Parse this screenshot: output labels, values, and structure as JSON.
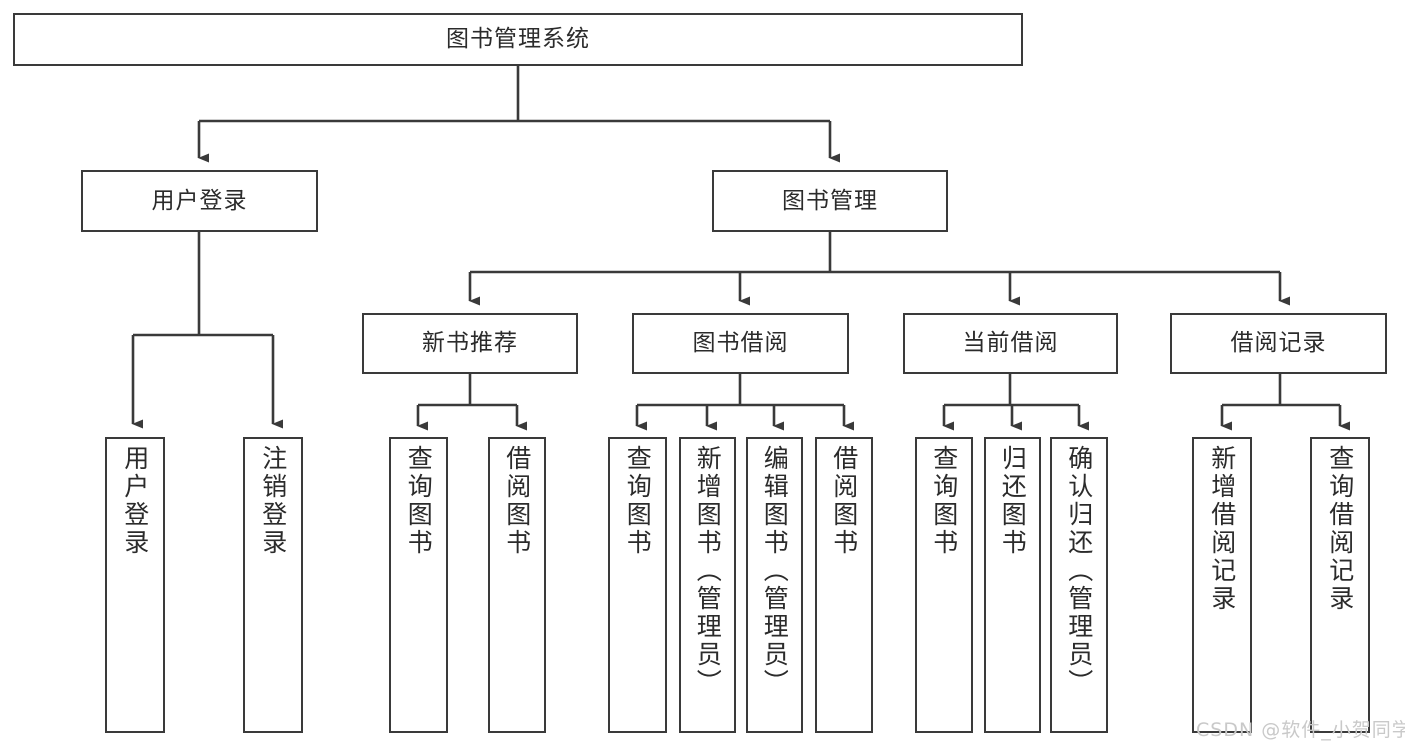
{
  "diagram": {
    "title_node": {
      "label": "图书管理系统"
    },
    "level2": [
      {
        "id": "user-login",
        "label": "用户登录"
      },
      {
        "id": "book-management",
        "label": "图书管理"
      }
    ],
    "level3": [
      {
        "id": "new-book-recommend",
        "label": "新书推荐"
      },
      {
        "id": "book-borrow",
        "label": "图书借阅"
      },
      {
        "id": "current-borrow",
        "label": "当前借阅"
      },
      {
        "id": "borrow-record",
        "label": "借阅记录"
      }
    ],
    "leaves": [
      {
        "id": "leaf-user-login",
        "label": "用户登录"
      },
      {
        "id": "leaf-logout-login",
        "label": "注销登录"
      },
      {
        "id": "leaf-query-book-1",
        "label": "查询图书"
      },
      {
        "id": "leaf-borrow-book-1",
        "label": "借阅图书"
      },
      {
        "id": "leaf-query-book-2",
        "label": "查询图书"
      },
      {
        "id": "leaf-add-book-admin",
        "label": "新增图书（管理员）"
      },
      {
        "id": "leaf-edit-book-admin",
        "label": "编辑图书（管理员）"
      },
      {
        "id": "leaf-borrow-book-2",
        "label": "借阅图书"
      },
      {
        "id": "leaf-query-book-3",
        "label": "查询图书"
      },
      {
        "id": "leaf-return-book",
        "label": "归还图书"
      },
      {
        "id": "leaf-confirm-return-admin",
        "label": "确认归还（管理员）"
      },
      {
        "id": "leaf-add-borrow-record",
        "label": "新增借阅记录"
      },
      {
        "id": "leaf-query-borrow-record",
        "label": "查询借阅记录"
      }
    ],
    "watermark": {
      "text": "CSDN @软件_小贺同学"
    },
    "colors": {
      "box_border": "#3a3a3a",
      "box_fill": "#ffffff",
      "text": "#2b2b2b",
      "connector": "#3a3a3a",
      "watermark": "#c9c9c9",
      "background": "#ffffff"
    }
  }
}
